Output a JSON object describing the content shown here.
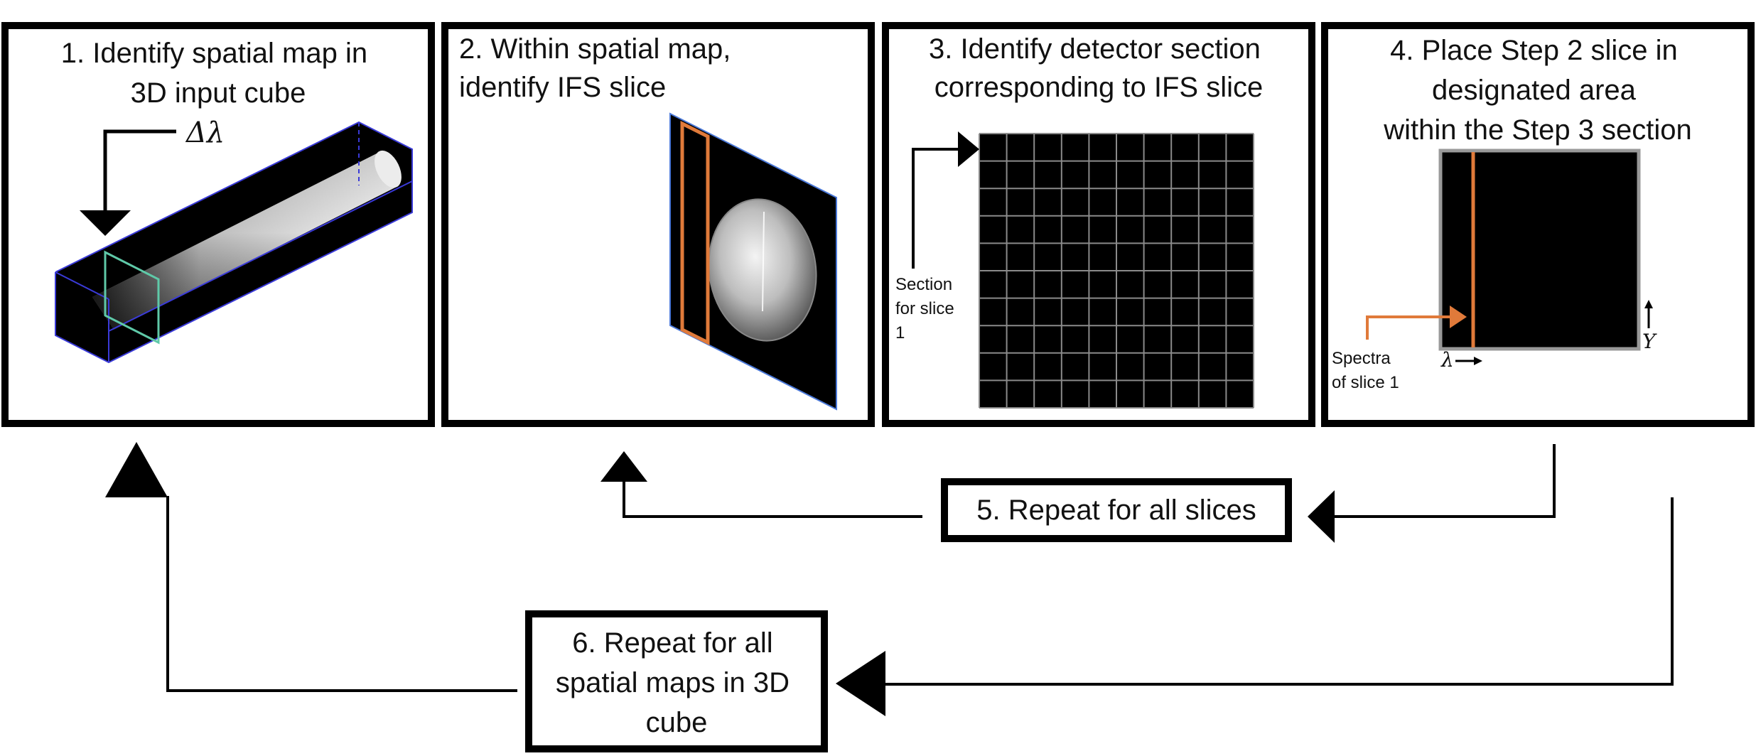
{
  "steps": {
    "step1": {
      "lines": [
        "1. Identify spatial map in",
        "3D input cube"
      ],
      "delta_label": "Δλ"
    },
    "step2": {
      "lines": [
        "2. Within spatial map,",
        "identify IFS slice"
      ]
    },
    "step3": {
      "lines": [
        "3. Identify detector section",
        "corresponding to IFS slice"
      ],
      "section_label": [
        "Section",
        "for slice",
        "1"
      ]
    },
    "step4": {
      "lines": [
        "4. Place Step 2 slice in",
        "designated area",
        "within the Step 3 section"
      ],
      "spectra_label": [
        "Spectra",
        "of slice 1"
      ],
      "lambda_axis": "λ",
      "y_axis": "Y"
    },
    "step5": {
      "lines": [
        "5. Repeat for all slices"
      ]
    },
    "step6": {
      "lines": [
        "6. Repeat for all",
        "spatial maps in 3D",
        "cube"
      ]
    }
  },
  "colors": {
    "border": "#000000",
    "accent_orange": "#e07a3a",
    "cube_edge": "#3a3ad8",
    "slice_green": "#5fc9a8",
    "grid_line": "#8a8a8a"
  },
  "grid": {
    "rows": 10,
    "cols": 10
  }
}
